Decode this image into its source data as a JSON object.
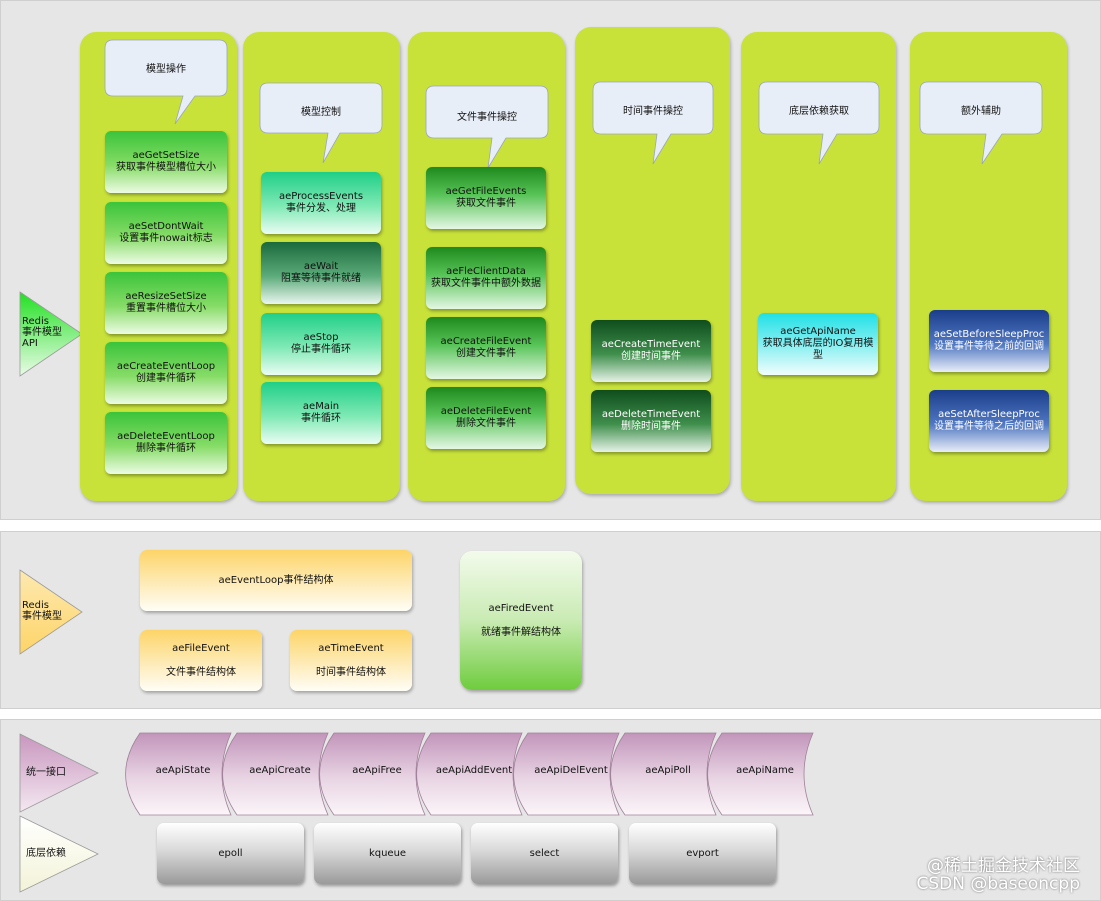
{
  "layers": {
    "api": "Redis\n事件模型\nAPI",
    "model": "Redis\n事件模型",
    "unified": "统一接口",
    "lower": "底层依赖"
  },
  "categories": [
    {
      "title": "模型操作",
      "functions": [
        {
          "name": "aeGetSetSize",
          "desc": "获取事件模型槽位大小"
        },
        {
          "name": "aeSetDontWait",
          "desc": "设置事件nowait标志"
        },
        {
          "name": "aeResizeSetSize",
          "desc": "重置事件槽位大小"
        },
        {
          "name": "aeCreateEventLoop",
          "desc": "创建事件循环"
        },
        {
          "name": "aeDeleteEventLoop",
          "desc": "删除事件循环"
        }
      ]
    },
    {
      "title": "模型控制",
      "functions": [
        {
          "name": "aeProcessEvents",
          "desc": "事件分发、处理"
        },
        {
          "name": "aeWait",
          "desc": "阻塞等待事件就绪"
        },
        {
          "name": "aeStop",
          "desc": "停止事件循环"
        },
        {
          "name": "aeMain",
          "desc": "事件循环"
        }
      ]
    },
    {
      "title": "文件事件操控",
      "functions": [
        {
          "name": "aeGetFileEvents",
          "desc": "获取文件事件"
        },
        {
          "name": "aeFleClientData",
          "desc": "获取文件事件中额外数据"
        },
        {
          "name": "aeCreateFileEvent",
          "desc": "创建文件事件"
        },
        {
          "name": "aeDeleteFileEvent",
          "desc": "删除文件事件"
        }
      ]
    },
    {
      "title": "时间事件操控",
      "functions": [
        {
          "name": "aeCreateTimeEvent",
          "desc": "创建时间事件"
        },
        {
          "name": "aeDeleteTimeEvent",
          "desc": "删除时间事件"
        }
      ]
    },
    {
      "title": "底层依赖获取",
      "functions": [
        {
          "name": "aeGetApiName",
          "desc": "获取具体底层的IO复用模型"
        }
      ]
    },
    {
      "title": "额外辅助",
      "functions": [
        {
          "name": "aeSetBeforeSleepProc",
          "desc": "设置事件等待之前的回调"
        },
        {
          "name": "aeSetAfterSleepProc",
          "desc": "设置事件等待之后的回调"
        }
      ]
    }
  ],
  "structs": {
    "eventloop": {
      "name": "aeEventLoop事件结构体"
    },
    "fileevent": {
      "name": "aeFileEvent",
      "desc": "文件事件结构体"
    },
    "timeevent": {
      "name": "aeTimeEvent",
      "desc": "时间事件结构体"
    },
    "firedevent": {
      "name": "aeFiredEvent",
      "desc": "就绪事件解结构体"
    }
  },
  "unified_api": [
    "aeApiState",
    "aeApiCreate",
    "aeApiFree",
    "aeApiAddEvent",
    "aeApiDelEvent",
    "aeApiPoll",
    "aeApiName"
  ],
  "backends": [
    "epoll",
    "kqueue",
    "select",
    "evport"
  ],
  "watermark": {
    "line1": "@稀土掘金技术社区",
    "line2": "CSDN @baseoncpp"
  },
  "colors": {
    "column": "#c8e23a",
    "band": "#e6e6e6",
    "bubble": "#e8eef8"
  }
}
